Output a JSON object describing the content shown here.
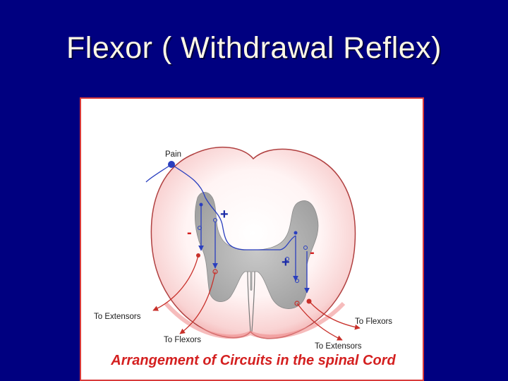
{
  "slide": {
    "title": "Flexor ( Withdrawal Reflex)",
    "background_color": "#000080",
    "title_color": "#fff9e6"
  },
  "diagram": {
    "labels": {
      "pain": "Pain",
      "to_extensors_left": "To Extensors",
      "to_flexors_left": "To Flexors",
      "to_flexors_right": "To Flexors",
      "to_extensors_right": "To Extensors"
    },
    "signs": {
      "excitatory_top": "+",
      "inhibitory_left": "-",
      "excitatory_mid": "+",
      "inhibitory_right": "-"
    },
    "colors": {
      "afferent": "#2a3fbf",
      "efferent": "#c8302a",
      "grey_matter": "#a9a9a9",
      "cord_pink": "#f7c8c8",
      "plus_sign": "#1a2aa8",
      "minus_sign": "#d42020"
    },
    "caption": "Arrangement of Circuits in the spinal Cord",
    "caption_color": "#d42020"
  }
}
